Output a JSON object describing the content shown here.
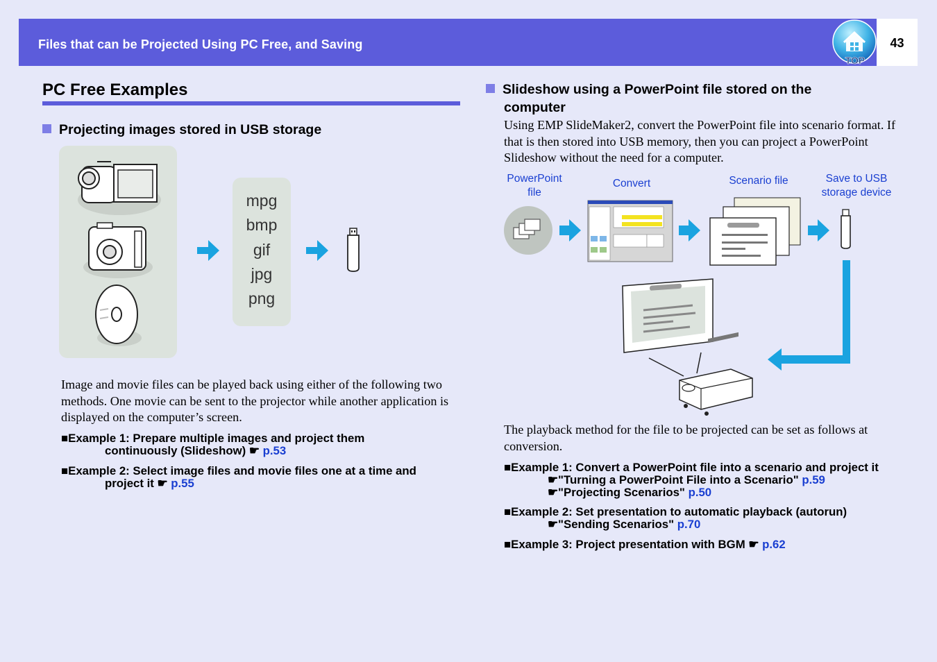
{
  "header": {
    "title": "Files that can be Projected Using PC Free, and Saving",
    "top_label": "TOP",
    "page_number": "43"
  },
  "left": {
    "heading": "PC Free Examples",
    "subheading": "Projecting images stored in USB storage",
    "formats": [
      "mpg",
      "bmp",
      "gif",
      "jpg",
      "png"
    ],
    "paragraph": "Image and movie files can be played back using either of the following two methods. One movie can be sent to the projector while another application is displayed on the computer’s screen.",
    "example1": {
      "line1": "■Example 1: Prepare multiple images and project them",
      "line2": "continuously (Slideshow) ☛ ",
      "link": "p.53"
    },
    "example2": {
      "line1": "■Example 2: Select image files and movie files one at a time and",
      "line2": "project it ☛ ",
      "link": "p.55"
    }
  },
  "right": {
    "subheading_line1": "Slideshow using a PowerPoint file stored on the",
    "subheading_line2": "computer",
    "paragraph": "Using EMP SlideMaker2, convert the PowerPoint file into scenario format. If that is then stored into USB memory, then you can project a PowerPoint Slideshow without the need for a computer.",
    "diagram": {
      "label_pp_1": "PowerPoint",
      "label_pp_2": "file",
      "label_convert": "Convert",
      "label_scenario": "Scenario file",
      "label_usb_1": "Save to USB",
      "label_usb_2": "storage device"
    },
    "paragraph2": "The playback method for the file to be projected can be set as follows at conversion.",
    "example1": {
      "line1": "■Example 1: Convert a PowerPoint file into a scenario and project it",
      "ref1_text": "☛\"Turning a PowerPoint File into a Scenario\" ",
      "ref1_link": "p.59",
      "ref2_text": "☛\"Projecting Scenarios\" ",
      "ref2_link": "p.50"
    },
    "example2": {
      "line1": "■Example 2: Set presentation to automatic playback (autorun)",
      "ref1_text": "☛\"Sending Scenarios\" ",
      "ref1_link": "p.70"
    },
    "example3": {
      "line1": "■Example 3: Project presentation with BGM ☛ ",
      "link": "p.62"
    }
  },
  "colors": {
    "header_bg": "#5c5cdb",
    "page_bg": "#e6e8f9",
    "link": "#1a3fd1",
    "arrow": "#1aa3e0"
  }
}
